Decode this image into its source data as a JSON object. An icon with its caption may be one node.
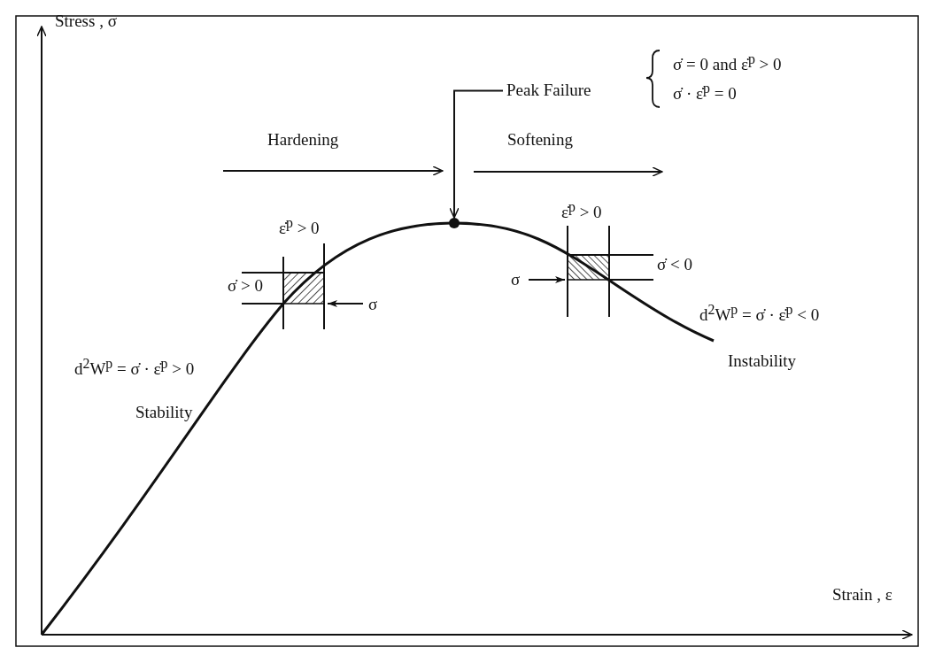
{
  "diagram": {
    "nodes": [
      {
        "text": [
          "Peak Failure"
        ]
      },
      {
        "text": [],
        "shape": "circle"
      }
    ],
    "edges": [
      {
        "from": 0,
        "to": 1,
        "arrow": "to"
      }
    ],
    "labels": [
      "Stress , σ",
      "σ̇ = 0 and ε̇$^{p}$ > 0",
      "σ̇ · ε̇$^{p}$ = 0",
      "Hardening",
      "Softening",
      "ε̇$^{p}$ > 0",
      "ε̇$^{p}$ > 0",
      "σ̇ > 0",
      "σ",
      "σ",
      "σ̇ < 0",
      "d$^{2}$W$^{p}$ = σ̇ · ε̇$^{p}$ < 0",
      "d$^{2}$W$^{p}$ = σ̇ · ε̇$^{p}$ > 0",
      "Instability",
      "Stability",
      "Strain , ε"
    ]
  }
}
